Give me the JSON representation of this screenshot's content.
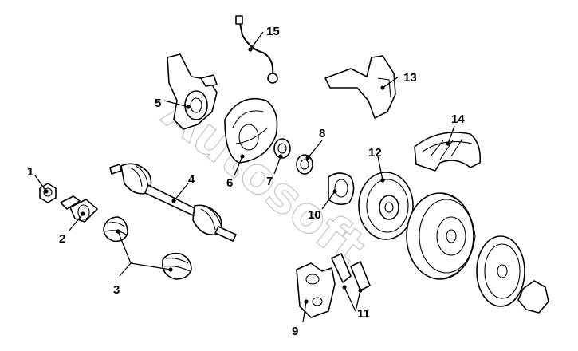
{
  "watermark": "Autosoft",
  "callouts": [
    {
      "id": "1",
      "label": "1"
    },
    {
      "id": "2",
      "label": "2"
    },
    {
      "id": "3",
      "label": "3"
    },
    {
      "id": "4",
      "label": "4"
    },
    {
      "id": "5",
      "label": "5"
    },
    {
      "id": "6",
      "label": "6"
    },
    {
      "id": "7",
      "label": "7"
    },
    {
      "id": "8",
      "label": "8"
    },
    {
      "id": "9",
      "label": "9"
    },
    {
      "id": "10",
      "label": "10"
    },
    {
      "id": "11",
      "label": "11"
    },
    {
      "id": "12",
      "label": "12"
    },
    {
      "id": "13",
      "label": "13"
    },
    {
      "id": "14",
      "label": "14"
    },
    {
      "id": "15",
      "label": "15"
    }
  ]
}
